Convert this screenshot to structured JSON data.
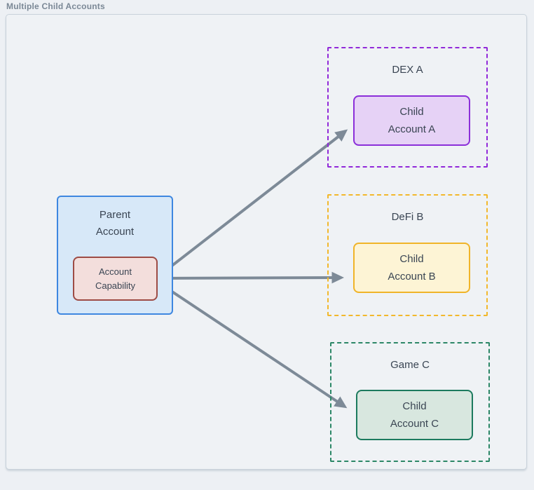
{
  "page": {
    "title": "Multiple Child Accounts"
  },
  "parent": {
    "label_line1": "Parent",
    "label_line2": "Account",
    "capability_line1": "Account",
    "capability_line2": "Capability",
    "colors": {
      "border": "#3e87e0",
      "fill": "#d7e8f8",
      "capability_border": "#9d4b45",
      "capability_fill": "#f3dedc"
    }
  },
  "groups": [
    {
      "label": "DEX A",
      "child_line1": "Child",
      "child_line2": "Account A",
      "colors": {
        "dash": "#9129d9",
        "node_border": "#8b2fd9",
        "node_fill": "#e6d2f6"
      }
    },
    {
      "label": "DeFi B",
      "child_line1": "Child",
      "child_line2": "Account B",
      "colors": {
        "dash": "#f2b82c",
        "node_border": "#f0b429",
        "node_fill": "#fdf4d5"
      }
    },
    {
      "label": "Game C",
      "child_line1": "Child",
      "child_line2": "Account C",
      "colors": {
        "dash": "#2c8767",
        "node_border": "#1c7a5e",
        "node_fill": "#d8e7df"
      }
    }
  ],
  "arrow_color": "#7d8a97"
}
